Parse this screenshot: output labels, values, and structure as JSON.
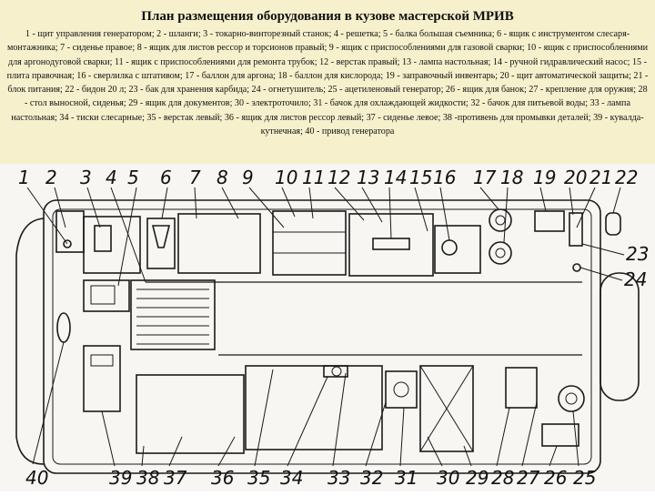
{
  "title": "План размещения оборудования в кузове мастерской МРИВ",
  "legend": "1 - щит управления генератором; 2 - шланги; 3 - токарно-винторезный станок; 4 - решетка; 5 - балка большая съемника; 6 - ящик с инструментом слесаря-монтажника; 7 - сиденье правое; 8 - ящик для листов рессор и торсионов правый; 9 - ящик с приспособлениями для газовой сварки; 10 - ящик с приспособлениями для аргонодуговой сварки; 11 - ящик с приспособлениями для ремонта трубок; 12 - верстак правый; 13 - лампа настольная; 14 - ручной гидравлический насос; 15 - плита правочная; 16 - сверлилка с штативом; 17 - баллон для аргона; 18 - баллон для кислорода; 19 - заправочный инвентарь; 20 - щит автоматической защиты; 21 - блок питания; 22 - бидон 20 л; 23 - бак для хранения карбида; 24 - огнетушитель; 25 - ацетиленовый генератор; 26 - ящик для банок; 27 - крепление для оружия; 28 - стол выносной, сиденья; 29 - ящик для документов; 30 - электроточило; 31 - бачок для охлаждающей жидкости; 32 - бачок для питьевой воды; 33 - лампа настольная; 34 - тиски слесарные; 35 - верстак левый; 36 - ящик для листов рессор левый; 37 - сиденье левое; 38 -противень для промывки деталей; 39 - кувалда-кутнечная; 40 - привод генератора",
  "callouts_top": [
    "1",
    "2",
    "3",
    "4",
    "5",
    "6",
    "7",
    "8",
    "9",
    "10",
    "11",
    "12",
    "13",
    "14",
    "15",
    "16",
    "17",
    "18",
    "19",
    "20",
    "21",
    "22"
  ],
  "callouts_right": [
    "23",
    "24"
  ],
  "callouts_bottom": [
    "40",
    "39",
    "38",
    "37",
    "36",
    "35",
    "34",
    "33",
    "32",
    "31",
    "30",
    "29",
    "28",
    "27",
    "26",
    "25"
  ]
}
